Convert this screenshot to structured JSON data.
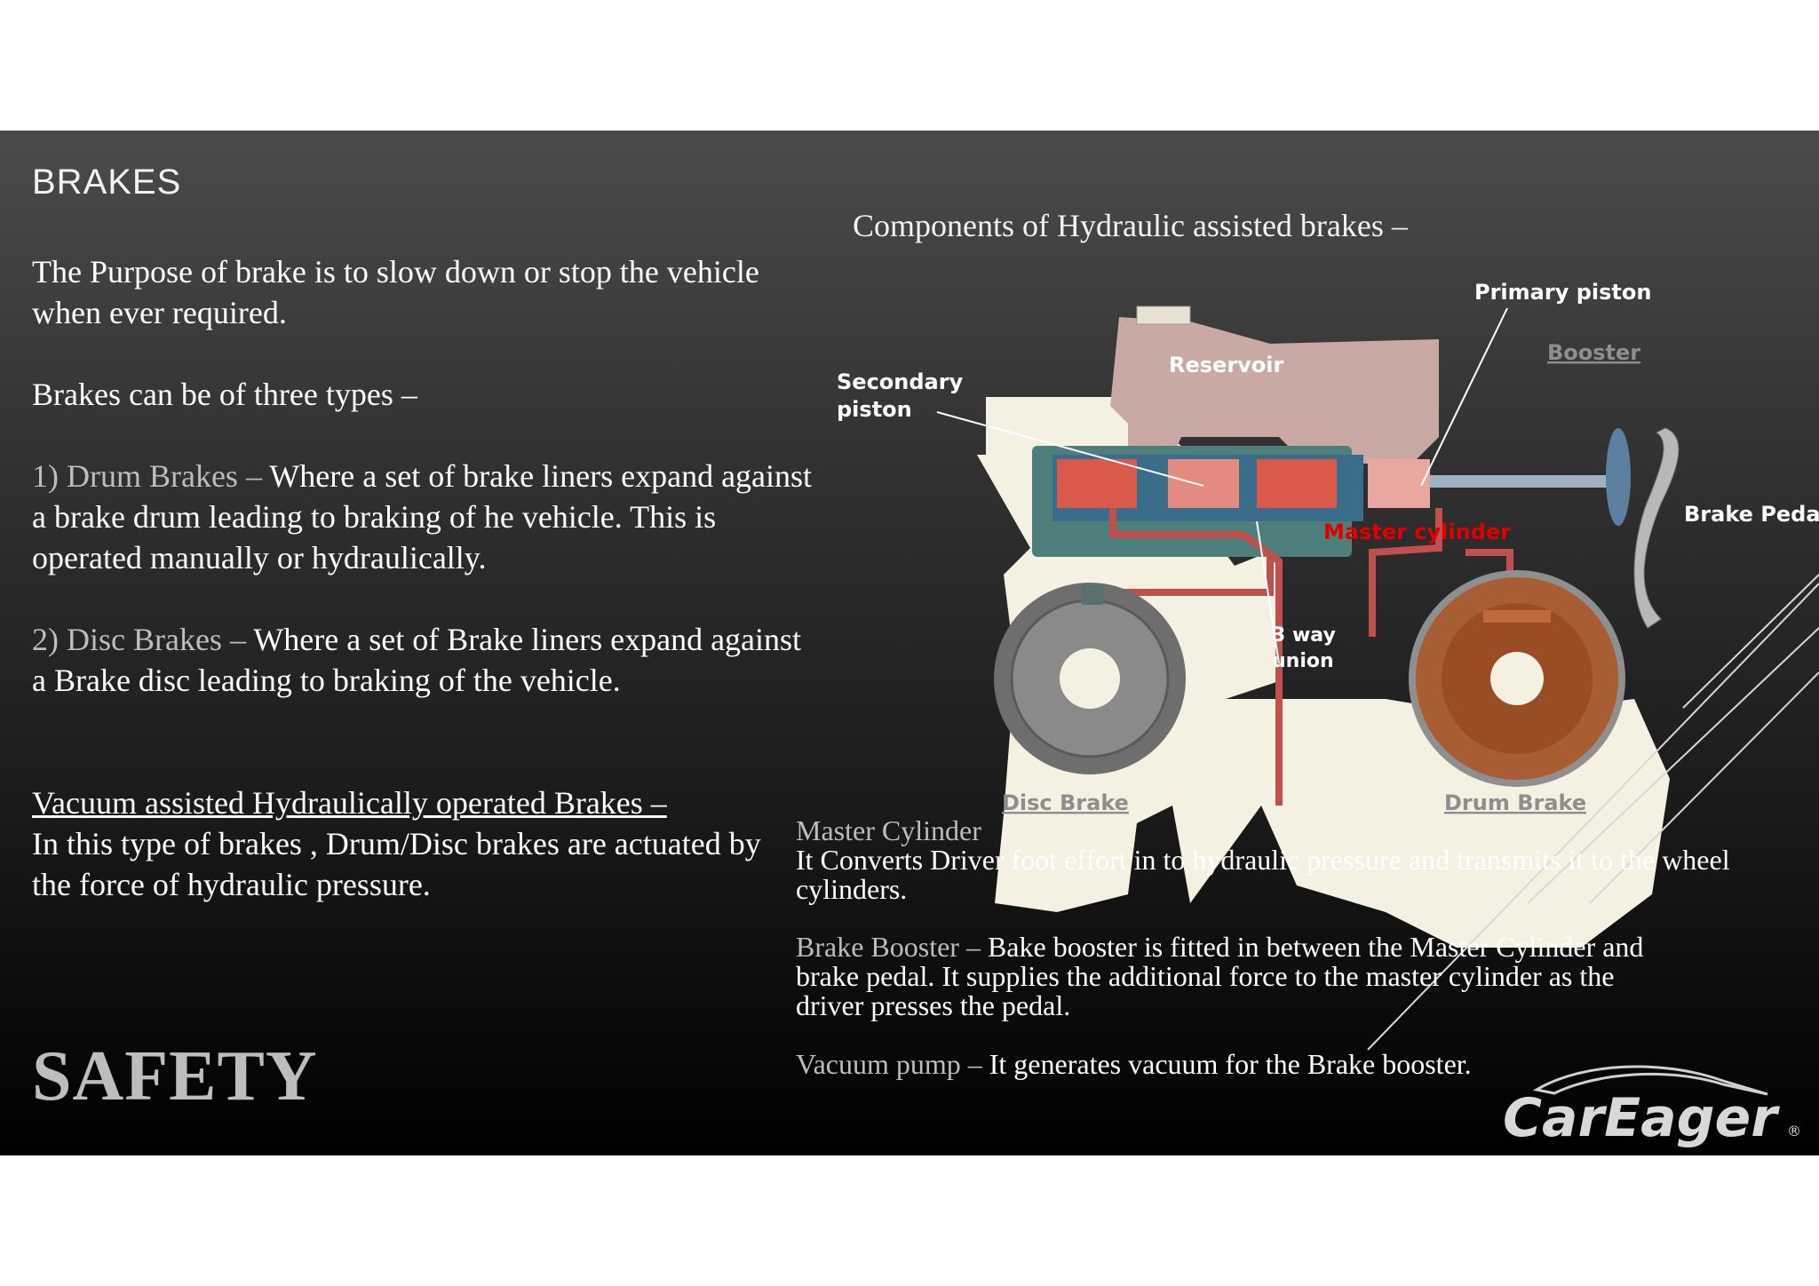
{
  "slide": {
    "title": "BRAKES",
    "purpose": "The Purpose of brake is to slow down or stop the vehicle when ever required.",
    "types_intro": "Brakes can be of three types –",
    "drum": {
      "label": "1) Drum Brakes –",
      "text": " Where a set of brake liners expand against a brake drum leading to braking of he vehicle. This is operated manually or hydraulically."
    },
    "disc": {
      "label": "2) Disc Brakes –",
      "text": " Where a set of Brake liners expand against a Brake disc leading to braking of the vehicle."
    },
    "vacuum": {
      "heading": "Vacuum assisted Hydraulically operated Brakes –",
      "text": "In this type of brakes , Drum/Disc brakes are actuated by the force of hydraulic pressure."
    },
    "footer": "SAFETY"
  },
  "components": {
    "title": "Components of Hydraulic assisted brakes –",
    "diagram_labels": {
      "primary_piston": "Primary piston",
      "secondary_piston_1": "Secondary",
      "secondary_piston_2": "piston",
      "reservoir": "Reservoir",
      "booster": "Booster",
      "brake_pedal": "Brake Pedal",
      "master_cylinder": "Master cylinder",
      "union_1": "3 way",
      "union_2": "union",
      "disc_brake": "Disc Brake",
      "drum_brake": "Drum Brake"
    },
    "master_cylinder": {
      "label": "Master Cylinder",
      "text": "It Converts Driver foot effort in to hydraulic pressure and transmits it to the wheel cylinders."
    },
    "brake_booster": {
      "label": "Brake Booster –",
      "text": " Bake booster is fitted in between the Master Cylinder and brake pedal. It supplies the additional force to the master cylinder as the driver presses the pedal."
    },
    "vacuum_pump": {
      "label": "Vacuum pump –",
      "text": " It generates vacuum for the Brake booster."
    }
  },
  "logo": {
    "text": "CarEager",
    "mark": "®"
  },
  "colors": {
    "label_grey": "#bdbdbd",
    "pipe_red": "#c0504d",
    "master_cylinder_text": "#e00000"
  }
}
